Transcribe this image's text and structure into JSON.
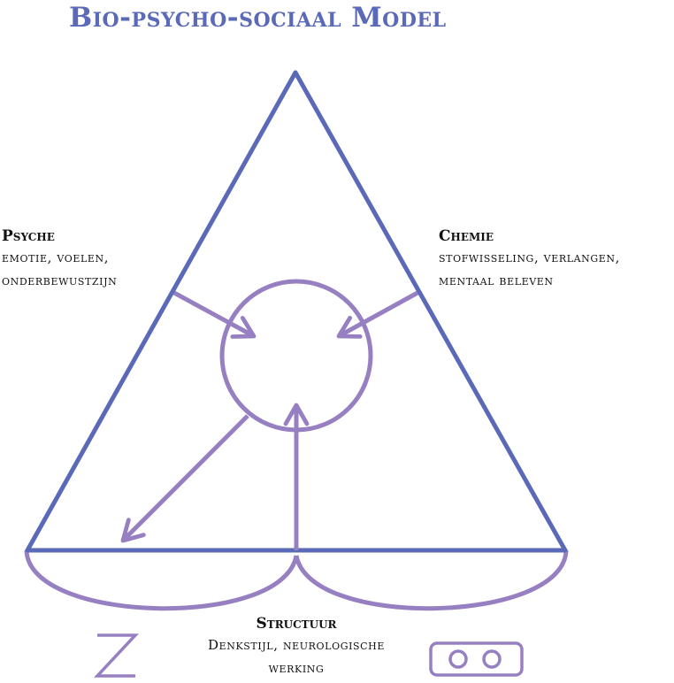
{
  "title": "Bio-psycho-sociaal Model",
  "colors": {
    "title": "#5b6ab8",
    "triangle": "#5b6ab8",
    "accent": "#9780c2",
    "text": "#111111"
  },
  "labels": {
    "psyche": {
      "heading": "Psyche",
      "lines": [
        "emotie, voelen,",
        "onderbewustzijn"
      ]
    },
    "chemie": {
      "heading": "Chemie",
      "lines": [
        "stofwisseling, verlangen,",
        "mentaal beleven"
      ]
    },
    "structuur": {
      "heading": "Structuur",
      "lines": [
        "Denkstijl, neurologische",
        "werking"
      ]
    }
  },
  "icons": {
    "left": "letter-z-icon",
    "right": "two-circles-box-icon"
  }
}
